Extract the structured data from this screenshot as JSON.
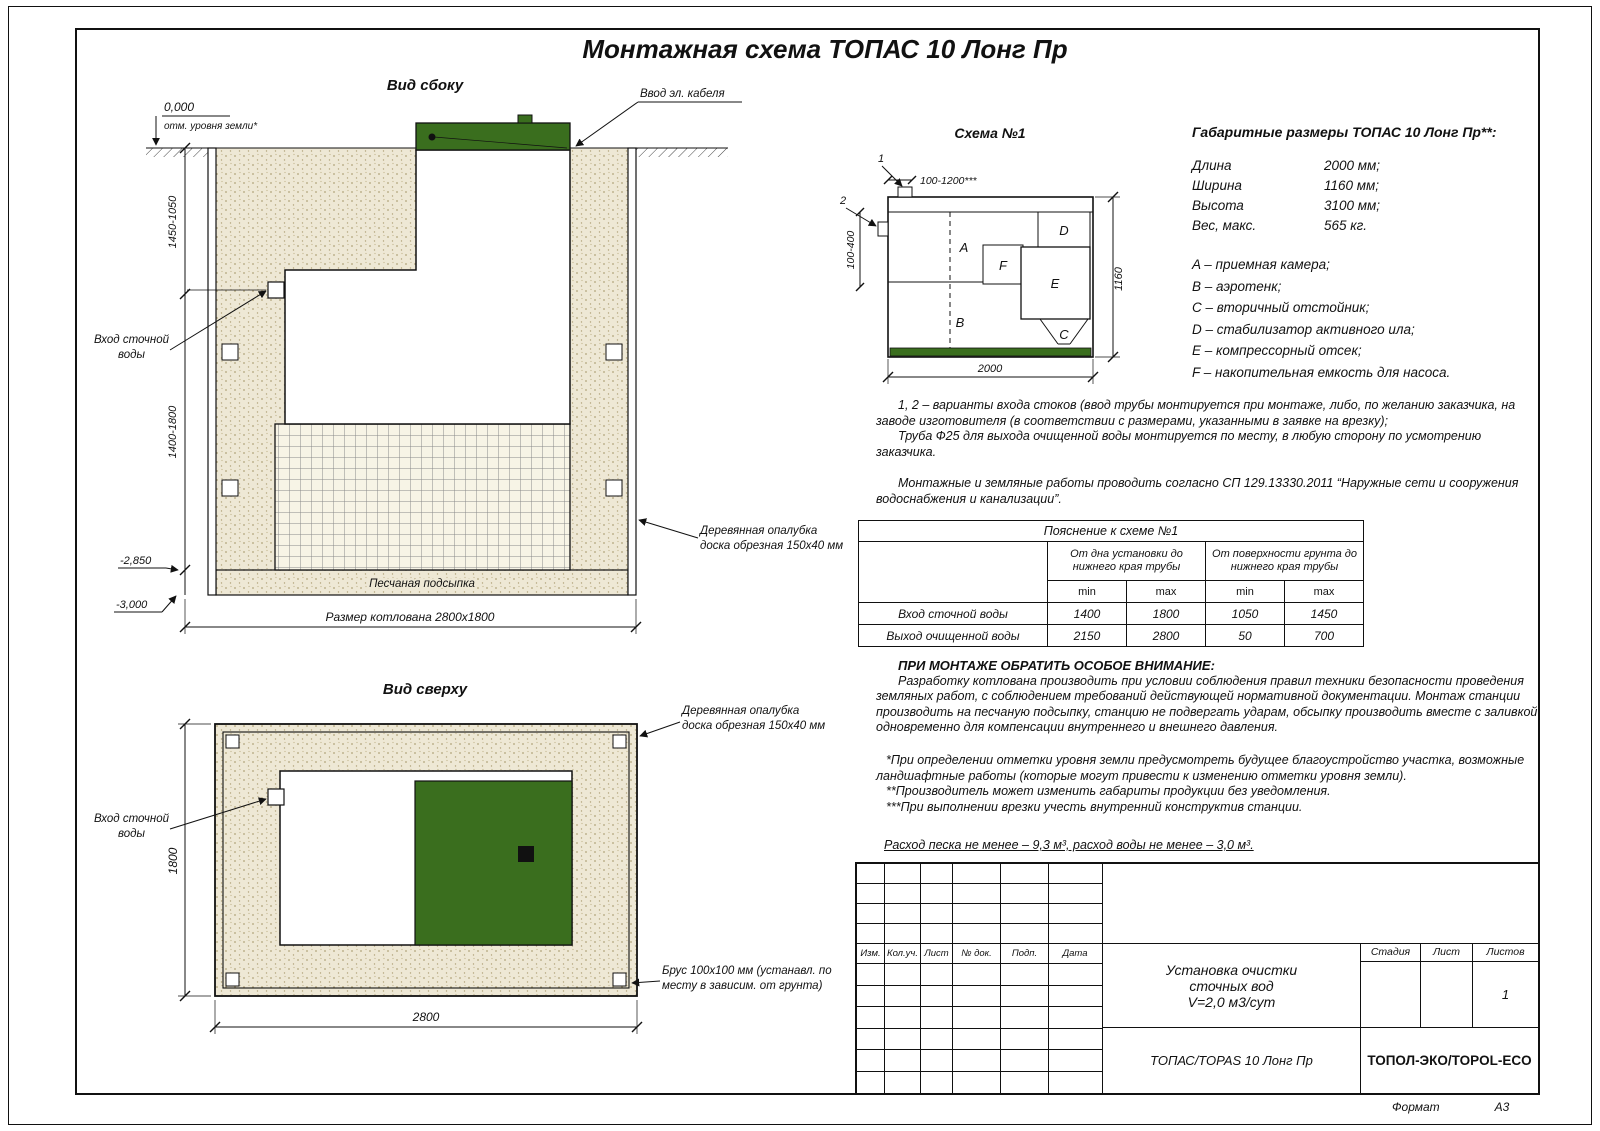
{
  "page_title": "Монтажная схема ТОПАС 10 Лонг Пр",
  "colors": {
    "lid_green": "#3a6e1e",
    "sand": "#eee8d5"
  },
  "side_view": {
    "title": "Вид сбоку",
    "zero_mark": "0,000",
    "zero_note": "отм. уровня земли*",
    "cable_label": "Ввод эл. кабеля",
    "dim_upper": "1450-1050",
    "dim_lower": "1400-1800",
    "inlet_l1": "Вход сточной",
    "inlet_l2": "воды",
    "mark_2850": "-2,850",
    "mark_3000": "-3,000",
    "sand_label": "Песчаная подсыпка",
    "pit_dim": "Размер котлована 2800x1800",
    "formwork_l1": "Деревянная опалубка",
    "formwork_l2": "доска обрезная 150x40 мм"
  },
  "top_view": {
    "title": "Вид сверху",
    "inlet_l1": "Вход сточной",
    "inlet_l2": "воды",
    "dim_height": "1800",
    "dim_width": "2800",
    "formwork_l1": "Деревянная опалубка",
    "formwork_l2": "доска обрезная 150x40 мм",
    "beam_l1": "Брус 100x100 мм (устанавл. по",
    "beam_l2": "месту в зависим. от грунта)"
  },
  "scheme": {
    "title": "Схема №1",
    "marker_1": "1",
    "marker_2": "2",
    "dim_top": "100-1200***",
    "dim_side": "100-400",
    "dim_width": "2000",
    "dim_height": "1160",
    "A": "A",
    "B": "B",
    "C": "C",
    "D": "D",
    "E": "E",
    "F": "F"
  },
  "overall": {
    "title": "Габаритные размеры ТОПАС 10 Лонг Пр**:",
    "rows": [
      {
        "label": "Длина",
        "value": "2000 мм;"
      },
      {
        "label": "Ширина",
        "value": "1160 мм;"
      },
      {
        "label": "Высота",
        "value": "3100 мм;"
      },
      {
        "label": "Вес, макс.",
        "value": "565 кг."
      }
    ]
  },
  "legend": {
    "items": [
      "A – приемная камера;",
      "B – аэротенк;",
      "C – вторичный отстойник;",
      "D – стабилизатор активного ила;",
      "E – компрессорный отсек;",
      "F – накопительная емкость для насоса."
    ]
  },
  "notes": {
    "variants": "1, 2 – варианты входа  стоков (ввод трубы монтируется при монтаже, либо, по желанию заказчика, на заводе изготовителя (в соответствии с размерами, указанными в заявке на врезку);",
    "pipe": "Труба Ф25 для выхода очищенной воды монтируется по месту, в любую сторону по усмотрению заказчика.",
    "sp": "Монтажные и земляные работы проводить согласно СП 129.13330.2011 “Наружные сети и сооружения водоснабжения и канализации”."
  },
  "expl_table": {
    "title": "Пояснение к схеме №1",
    "group1": "От дна установки до нижнего края трубы",
    "group2": "От поверхности грунта до нижнего края трубы",
    "minmax": [
      "min",
      "max",
      "min",
      "max"
    ],
    "rows": [
      {
        "label": "Вход сточной воды",
        "c1": "1400",
        "c2": "1800",
        "c3": "1050",
        "c4": "1450"
      },
      {
        "label": "Выход очищенной воды",
        "c1": "2150",
        "c2": "2800",
        "c3": "50",
        "c4": "700"
      }
    ]
  },
  "attention": {
    "title": "ПРИ МОНТАЖЕ ОБРАТИТЬ ОСОБОЕ ВНИМАНИЕ:",
    "body": "Разработку котлована производить при условии соблюдения правил техники безопасности проведения земляных работ, с соблюдением требований действующей нормативной документации. Монтаж станции производить на песчаную подсыпку, станцию не подвергать ударам, обсыпку производить вместе с заливкой одновременно для компенсации внутреннего и внешнего давления.",
    "note_star1": "*При определении отметки уровня земли предусмотреть будущее благоустройство участка, возможные ландшафтные работы (которые могут привести к изменению отметки уровня земли).",
    "note_star2": "**Производитель может изменить габариты продукции без уведомления.",
    "note_star3": "***При выполнении врезки учесть внутренний конструктив станции.",
    "consumption": "Расход песка не менее – 9,3 м³, расход воды не менее – 3,0 м³."
  },
  "title_block": {
    "cols": [
      "Изм.",
      "Кол.уч.",
      "Лист",
      "№ док.",
      "Подп.",
      "Дата"
    ],
    "doc_l1": "Установка очистки",
    "doc_l2": "сточных вод",
    "doc_l3": "V=2,0 м3/сут",
    "stage": "Стадия",
    "sheet": "Лист",
    "sheets": "Листов",
    "sheets_value": "1",
    "model": "ТОПАС/TOPAS 10 Лонг Пр",
    "company": "ТОПОЛ-ЭКО/TOPOL-ECO",
    "format_label": "Формат",
    "format_value": "А3"
  }
}
